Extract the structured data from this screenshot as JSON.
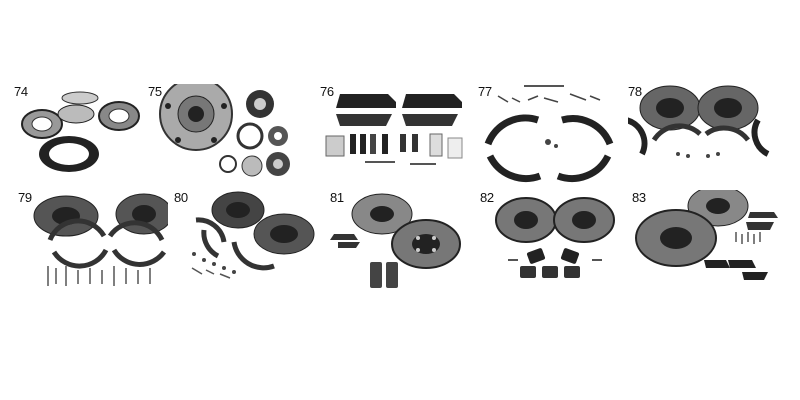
{
  "items": [
    {
      "number": "74"
    },
    {
      "number": "75"
    },
    {
      "number": "76"
    },
    {
      "number": "77"
    },
    {
      "number": "78"
    },
    {
      "number": "79"
    },
    {
      "number": "80"
    },
    {
      "number": "81"
    },
    {
      "number": "82"
    },
    {
      "number": "83"
    }
  ]
}
